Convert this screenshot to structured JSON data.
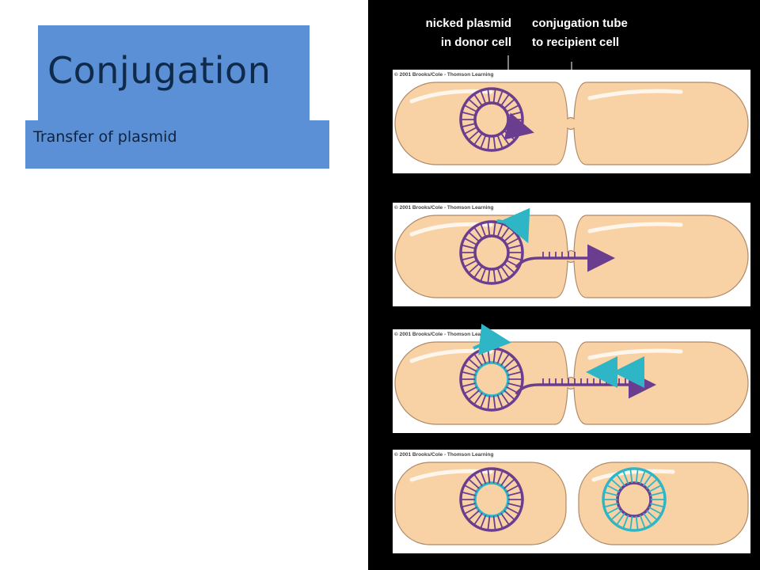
{
  "slide": {
    "title": "Conjugation",
    "subtitle": "Transfer of plasmid"
  },
  "diagram": {
    "labels": {
      "nicked_plasmid_line1": "nicked plasmid",
      "nicked_plasmid_line2": "in donor cell",
      "tube_line1": "conjugation tube",
      "tube_line2": "to recipient cell"
    },
    "copyright": "© 2001 Brooks/Cole - Thomson Learning",
    "colors": {
      "cell_fill": "#f8d2a4",
      "cell_stroke": "#b08a6a",
      "plasmid_purple": "#6b3d8f",
      "plasmid_cyan": "#2fb6c6",
      "title_box": "#5b8fd6"
    }
  }
}
